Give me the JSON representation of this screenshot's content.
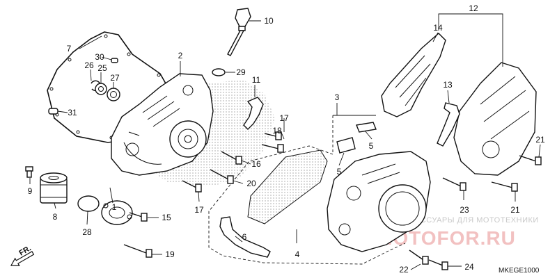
{
  "diagram": {
    "code": "MKEGE1000",
    "direction_label": "FR.",
    "watermark": {
      "line1": "ЗАПЧАСТИ И АКСЕССУАРЫ ДЛЯ МОТОТЕХНИКИ",
      "line2": "MOTOFOR.RU"
    },
    "callouts": [
      "1",
      "2",
      "3",
      "4",
      "5",
      "5",
      "6",
      "7",
      "8",
      "9",
      "10",
      "11",
      "12",
      "13",
      "14",
      "15",
      "16",
      "17",
      "17",
      "18",
      "19",
      "20",
      "21",
      "21",
      "22",
      "23",
      "24",
      "25",
      "26",
      "27",
      "28",
      "29",
      "30",
      "31"
    ]
  }
}
